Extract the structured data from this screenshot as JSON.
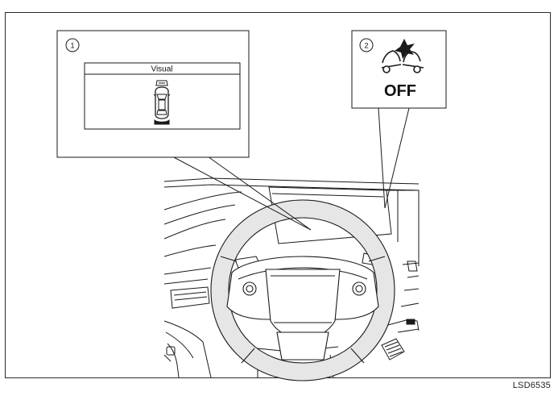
{
  "callouts": {
    "first": {
      "number": "1",
      "screen_title": "Visual"
    },
    "second": {
      "number": "2",
      "indicator_text": "OFF"
    }
  },
  "figure_code": "LSD6535",
  "icons": {
    "camera_view": "car-top-view-icon",
    "warning": "collision-warning-off-icon"
  },
  "colors": {
    "line": "#1a1a1a",
    "steering_wheel_rim": "#e6e6e6",
    "background": "#ffffff"
  }
}
